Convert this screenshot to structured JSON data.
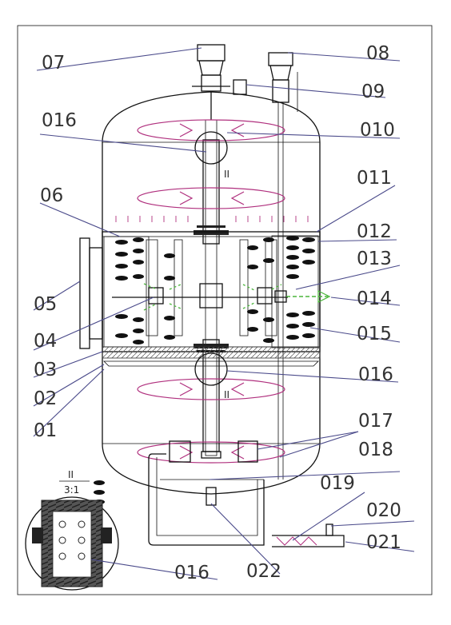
{
  "labels": {
    "l07": "07",
    "l08": "08",
    "l09": "09",
    "l016a": "016",
    "l010": "010",
    "l06": "06",
    "l011": "011",
    "l012": "012",
    "l013": "013",
    "l05": "05",
    "l014": "014",
    "l04": "04",
    "l015": "015",
    "l03": "03",
    "l02": "02",
    "l016b": "016",
    "l01": "01",
    "l017": "017",
    "l018": "018",
    "l019": "019",
    "l020": "020",
    "l021": "021",
    "l022": "022",
    "l016c": "016"
  },
  "detail": {
    "roman_upper": "II",
    "roman_lower": "II",
    "roman_inset": "II",
    "scale": "3:1"
  },
  "colors": {
    "flow": "#b0307e",
    "green": "#4ab53a",
    "lines": "#4a4a8a",
    "outline": "#111111"
  }
}
